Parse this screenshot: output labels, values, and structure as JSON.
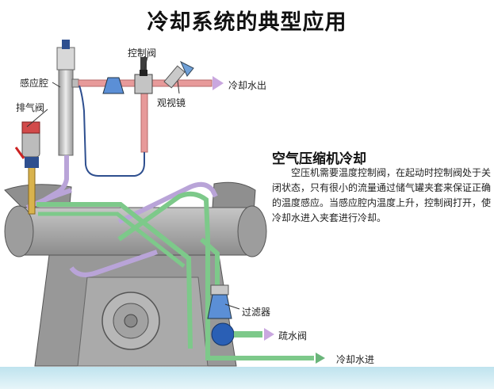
{
  "title": "冷却系统的典型应用",
  "labels": {
    "sensing_chamber": "感应腔",
    "exhaust_valve": "排气阀",
    "control_valve": "控制阀",
    "sight_glass": "观视镜",
    "cooling_water_out": "冷却水出",
    "filter": "过滤器",
    "drain_valve": "疏水阀",
    "cooling_water_in": "冷却水进"
  },
  "section": {
    "heading": "空气压缩机冷却",
    "body": "空压机需要温度控制阀，在起动时控制阀处于关闭状态，只有很小的流量通过储气罐夹套来保证正确的温度感应。当感应腔内温度上升，控制阀打开，使冷却水进入夹套进行冷却。"
  },
  "colors": {
    "green_pipe": "#7dc98a",
    "purple_pipe": "#b9a4d8",
    "pink_pipe": "#e79a9a",
    "blue_pipe": "#2e4f8f",
    "machine": "#a4a4a4",
    "floor": "#cfeaf2"
  }
}
